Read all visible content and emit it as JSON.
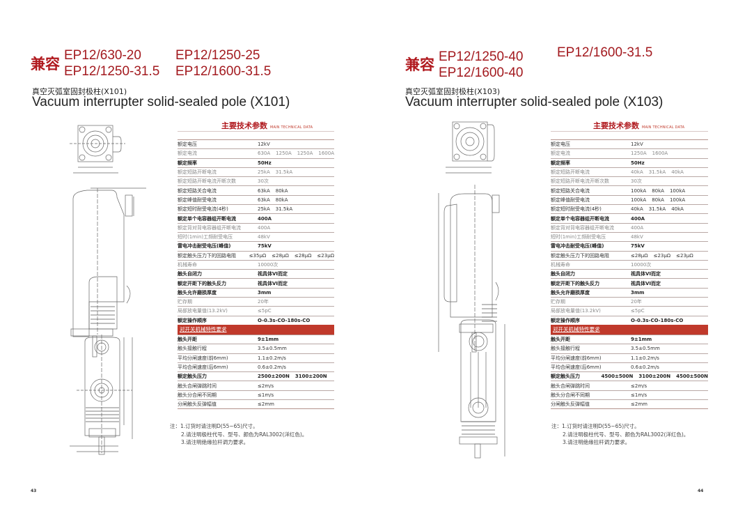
{
  "pages": [
    {
      "page_number": "43",
      "compat_label": "兼容",
      "models": [
        "EP12/630-20",
        "EP12/1250-25",
        "EP12/1250-31.5",
        "EP12/1600-31.5"
      ],
      "title_cn": "真空灭弧室固封极柱(X101)",
      "title_en": "Vacuum interrupter solid-sealed pole (X101)",
      "spec_heading_cn": "主要技术参数",
      "spec_heading_en": "MAIN TECHNICAL DATA",
      "section_label": "对开关机械特性要求",
      "rows_main": [
        {
          "k": "额定电压",
          "v": [
            "12kV"
          ]
        },
        {
          "k": "额定电流",
          "v": [
            "630A",
            "1250A",
            "1250A",
            "1600A"
          ]
        },
        {
          "k": "额定频率",
          "v": [
            "50Hz"
          ]
        },
        {
          "k": "额定短路开断电流",
          "v": [
            "25kA",
            "31.5kA"
          ]
        },
        {
          "k": "额定短路开断电流开断次数",
          "v": [
            "30次"
          ]
        },
        {
          "k": "额定短路关合电流",
          "v": [
            "63kA",
            "80kA"
          ]
        },
        {
          "k": "额定峰值耐受电流",
          "v": [
            "63kA",
            "80kA"
          ]
        },
        {
          "k": "额定短时耐受电流(4秒)",
          "v": [
            "25kA",
            "31.5kA"
          ]
        },
        {
          "k": "额定单个电容器组开断电流",
          "v": [
            "400A"
          ]
        },
        {
          "k": "额定背对背电容器组开断电流",
          "v": [
            "400A"
          ]
        },
        {
          "k": "短时(1min)工频耐受电压",
          "v": [
            "48kV"
          ]
        },
        {
          "k": "雷电冲击耐受电压(峰值)",
          "v": [
            "75kV"
          ]
        },
        {
          "k": "额定触头压力下的回路电阻",
          "v": [
            "≤35μΩ",
            "≤28μΩ",
            "≤28μΩ",
            "≤23μΩ"
          ]
        },
        {
          "k": "机械寿命",
          "v": [
            "10000次"
          ]
        },
        {
          "k": "触头自闭力",
          "v": [
            "视具体VI而定"
          ]
        },
        {
          "k": "额定开距下的触头反力",
          "v": [
            "视具体VI而定"
          ]
        },
        {
          "k": "触头允许磨损厚度",
          "v": [
            "3mm"
          ]
        },
        {
          "k": "贮存期",
          "v": [
            "20年"
          ]
        },
        {
          "k": "局部放电量值(13.2kV)",
          "v": [
            "≤5pC"
          ]
        },
        {
          "k": "额定操作顺序",
          "v": [
            "O-0.3s-CO-180s-CO"
          ]
        }
      ],
      "rows_mech": [
        {
          "k": "触头开距",
          "v": [
            "9±1mm"
          ]
        },
        {
          "k": "触头接触行程",
          "v": [
            "3.5±0.5mm"
          ]
        },
        {
          "k": "平均分闸速度(前6mm)",
          "v": [
            "1.1±0.2m/s"
          ]
        },
        {
          "k": "平均合闸速度(后6mm)",
          "v": [
            "0.6±0.2m/s"
          ]
        },
        {
          "k": "额定触头压力",
          "v": [
            "2500±200N",
            "3100±200N"
          ]
        },
        {
          "k": "触头合闸弹跳时间",
          "v": [
            "≤2m/s"
          ]
        },
        {
          "k": "触头分合闸不同期",
          "v": [
            "≤1m/s"
          ]
        },
        {
          "k": "分闸触头反弹幅值",
          "v": [
            "≤2mm"
          ]
        }
      ],
      "notes": [
        "注：1.订货时请注明D(55~65)尺寸。",
        "2.请注明极柱代号、型号、颜色为RAL3002(洋红色)。",
        "3.请注明绝缘拉杆调力要求。"
      ]
    },
    {
      "page_number": "44",
      "compat_label": "兼容",
      "models": [
        "EP12/1250-40",
        "EP12/1600-31.5",
        "EP12/1600-40"
      ],
      "title_cn": "真空灭弧室固封极柱(X103)",
      "title_en": "Vacuum interrupter solid-sealed pole (X103)",
      "spec_heading_cn": "主要技术参数",
      "spec_heading_en": "MAIN TECHNICAL DATA",
      "section_label": "对开关机械特性要求",
      "rows_main": [
        {
          "k": "额定电压",
          "v": [
            "12kV"
          ]
        },
        {
          "k": "额定电流",
          "v": [
            "1250A",
            "1600A"
          ]
        },
        {
          "k": "额定频率",
          "v": [
            "50Hz"
          ]
        },
        {
          "k": "额定短路开断电流",
          "v": [
            "40kA",
            "31.5kA",
            "40kA"
          ]
        },
        {
          "k": "额定短路开断电流开断次数",
          "v": [
            "30次"
          ]
        },
        {
          "k": "额定短路关合电流",
          "v": [
            "100kA",
            "80kA",
            "100kA"
          ]
        },
        {
          "k": "额定峰值耐受电流",
          "v": [
            "100kA",
            "80kA",
            "100kA"
          ]
        },
        {
          "k": "额定短时耐受电流(4秒)",
          "v": [
            "40kA",
            "31.5kA",
            "40kA"
          ]
        },
        {
          "k": "额定单个电容器组开断电流",
          "v": [
            "400A"
          ]
        },
        {
          "k": "额定背对背电容器组开断电流",
          "v": [
            "400A"
          ]
        },
        {
          "k": "短时(1min)工频耐受电压",
          "v": [
            "48kV"
          ]
        },
        {
          "k": "雷电冲击耐受电压(峰值)",
          "v": [
            "75kV"
          ]
        },
        {
          "k": "额定触头压力下的回路电阻",
          "v": [
            "≤28μΩ",
            "≤23μΩ",
            "≤23μΩ"
          ]
        },
        {
          "k": "机械寿命",
          "v": [
            "10000次"
          ]
        },
        {
          "k": "触头自闭力",
          "v": [
            "视具体VI而定"
          ]
        },
        {
          "k": "额定开距下的触头反力",
          "v": [
            "视具体VI而定"
          ]
        },
        {
          "k": "触头允许磨损厚度",
          "v": [
            "3mm"
          ]
        },
        {
          "k": "贮存期",
          "v": [
            "20年"
          ]
        },
        {
          "k": "局部放电量值(13.2kV)",
          "v": [
            "≤5pC"
          ]
        },
        {
          "k": "额定操作顺序",
          "v": [
            "O-0.3s-CO-180s-CO"
          ]
        }
      ],
      "rows_mech": [
        {
          "k": "触头开距",
          "v": [
            "9±1mm"
          ]
        },
        {
          "k": "触头接触行程",
          "v": [
            "3.5±0.5mm"
          ]
        },
        {
          "k": "平均分闸速度(前6mm)",
          "v": [
            "1.1±0.2m/s"
          ]
        },
        {
          "k": "平均合闸速度(后6mm)",
          "v": [
            "0.6±0.2m/s"
          ]
        },
        {
          "k": "额定触头压力",
          "v": [
            "4500±500N",
            "3100±200N",
            "4500±500N"
          ]
        },
        {
          "k": "触头合闸弹跳时间",
          "v": [
            "≤2m/s"
          ]
        },
        {
          "k": "触头分合闸不同期",
          "v": [
            "≤1m/s"
          ]
        },
        {
          "k": "分闸触头反弹幅值",
          "v": [
            "≤2mm"
          ]
        }
      ],
      "notes": [
        "注：1.订货时请注明D(55~65)尺寸。",
        "2.请注明极柱代号、型号、颜色为RAL3002(洋红色)。",
        "3.请注明绝缘拉杆调力要求。"
      ]
    }
  ],
  "colors": {
    "accent_red": "#b0191e",
    "section_bar": "#c0392b",
    "rule": "#b4928c"
  }
}
